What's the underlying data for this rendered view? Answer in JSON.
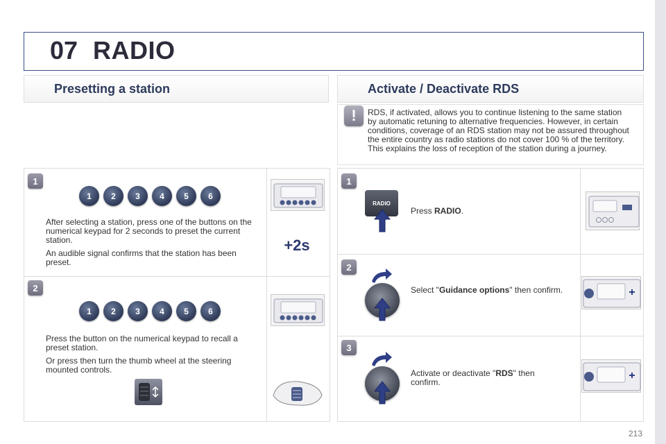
{
  "header": {
    "chapter_number": "07",
    "chapter_title": "RADIO"
  },
  "left": {
    "section_title": "Presetting a station",
    "step1": {
      "badge": "1",
      "keys": [
        "1",
        "2",
        "3",
        "4",
        "5",
        "6"
      ],
      "text1": "After selecting a station, press one of the buttons on the numerical keypad for 2 seconds to preset the current station.",
      "text2": "An audible signal confirms that the station has been preset.",
      "hold_label": "+2s"
    },
    "step2": {
      "badge": "2",
      "keys": [
        "1",
        "2",
        "3",
        "4",
        "5",
        "6"
      ],
      "text1": "Press the button on the numerical keypad to recall a preset station.",
      "text2": "Or press then turn the thumb wheel at the steering mounted controls."
    }
  },
  "right": {
    "section_title": "Activate / Deactivate RDS",
    "warning": {
      "icon": "!",
      "text": "RDS, if activated, allows you to continue listening to the same station by automatic retuning to alternative frequencies. However, in certain conditions, coverage of an RDS station may not be assured throughout the entire country as radio stations do not cover 100 % of the territory. This explains the loss of reception of the station during a journey."
    },
    "step1": {
      "badge": "1",
      "button_label": "RADIO",
      "pre": "Press ",
      "bold": "RADIO",
      "post": "."
    },
    "step2": {
      "badge": "2",
      "pre": "Select \"",
      "bold": "Guidance options",
      "post": "\" then confirm."
    },
    "step3": {
      "badge": "3",
      "pre": "Activate or deactivate \"",
      "bold": "RDS",
      "post": "\" then confirm."
    }
  },
  "footer": {
    "page_number": "213"
  }
}
